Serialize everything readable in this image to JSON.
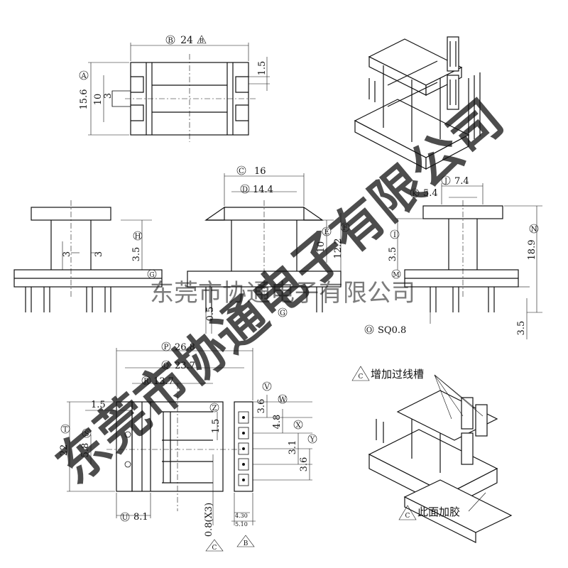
{
  "watermark": {
    "diagonal": "东莞市协通电子有限公司",
    "horizontal": "东莞市协通电子有限公司"
  },
  "top_view": {
    "B": {
      "id": "B",
      "value": "24",
      "suffix": "B"
    },
    "A": {
      "id": "A",
      "value": "15.6"
    },
    "d10": "10",
    "d3": "3",
    "d1_5": "1.5"
  },
  "front_view": {
    "H": {
      "id": "H",
      "value": "3.5"
    },
    "G": {
      "id": "G",
      "value": ""
    },
    "d3a": "3",
    "d3b": "3"
  },
  "side_view": {
    "C": {
      "id": "C",
      "value": "16"
    },
    "D": {
      "id": "D",
      "value": "14.4"
    },
    "E": {
      "id": "E",
      "value": "10"
    },
    "F": {
      "id": "F",
      "value": "12.2"
    },
    "G": {
      "id": "G",
      "value": ""
    },
    "d0_5": "0.5"
  },
  "right_view": {
    "J": {
      "id": "J",
      "value": "7.4"
    },
    "K": {
      "id": "K",
      "value": "5.4"
    },
    "I": {
      "id": "I",
      "value": "3.5"
    },
    "N": {
      "id": "N",
      "value": "18.9"
    },
    "M": {
      "id": "M",
      "value": ""
    },
    "d3_5": "3.5",
    "O": {
      "id": "O",
      "value": "SQ0.8"
    }
  },
  "bottom_view": {
    "P": {
      "id": "P",
      "value": "26.8"
    },
    "Q": {
      "id": "Q",
      "value": "23.7"
    },
    "R": {
      "id": "R",
      "value": "13.7"
    },
    "T": {
      "id": "T",
      "value": "22"
    },
    "S": {
      "id": "S",
      "value": "5.8"
    },
    "V": {
      "id": "V",
      "value": "3.6"
    },
    "W": {
      "id": "W",
      "value": "4.8"
    },
    "X": {
      "id": "X",
      "value": "3.1"
    },
    "Y": {
      "id": "Y",
      "value": "3.6"
    },
    "Z": {
      "id": "Z",
      "value": "1.5"
    },
    "U": {
      "id": "U",
      "value": "8.1"
    },
    "d1_5": "1.5",
    "d0_8": "0.8(X3)",
    "d4_30": "4.30",
    "d5_10": "5.10",
    "tri_left": "C",
    "tri_right": "B"
  },
  "notes": {
    "note1_letter": "C",
    "note1_text": "增加过线槽",
    "note2_letter": "C",
    "note2_text": "此面加胶"
  },
  "colors": {
    "line": "#111111",
    "watermark": "#9a9a9a"
  }
}
